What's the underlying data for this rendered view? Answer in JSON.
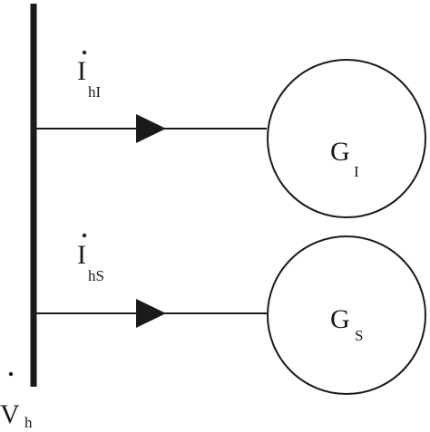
{
  "diagram": {
    "colors": {
      "stroke": "#1a1a1a",
      "background": "#ffffff"
    },
    "bus": {
      "voltage": {
        "symbol": "V",
        "subscript": "h"
      }
    },
    "branches": [
      {
        "current": {
          "symbol": "I",
          "subscript": "hI"
        },
        "generator": {
          "symbol": "G",
          "subscript": "I"
        }
      },
      {
        "current": {
          "symbol": "I",
          "subscript": "hS"
        },
        "generator": {
          "symbol": "G",
          "subscript": "S"
        }
      }
    ]
  }
}
